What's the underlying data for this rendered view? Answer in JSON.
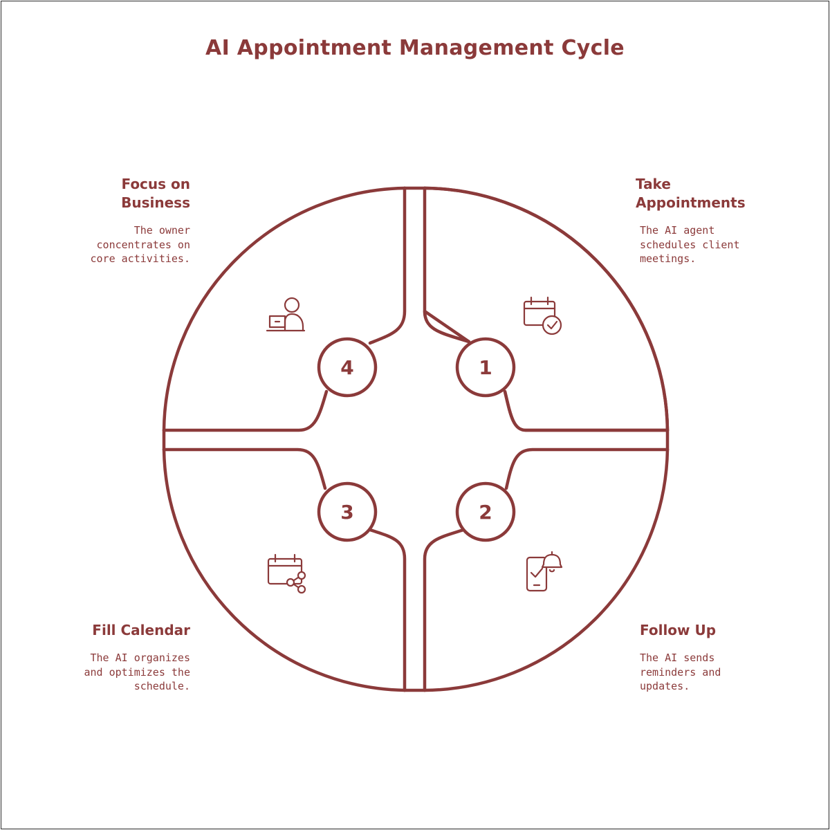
{
  "title": "AI Appointment Management Cycle",
  "colors": {
    "accent": "#8b3a3a",
    "background": "#ffffff",
    "frame": "#2b2b2b"
  },
  "steps": [
    {
      "number": "1",
      "title_line1": "Take",
      "title_line2": "Appointments",
      "desc_line1": "The AI agent",
      "desc_line2": "schedules client",
      "desc_line3": "meetings.",
      "icon": "calendar-check-icon"
    },
    {
      "number": "2",
      "title_line1": "Follow Up",
      "title_line2": "",
      "desc_line1": "The AI sends",
      "desc_line2": "reminders and",
      "desc_line3": "updates.",
      "icon": "phone-bell-icon"
    },
    {
      "number": "3",
      "title_line1": "Fill Calendar",
      "title_line2": "",
      "desc_line1": "The AI organizes",
      "desc_line2": "and optimizes the",
      "desc_line3": "schedule.",
      "icon": "calendar-share-icon"
    },
    {
      "number": "4",
      "title_line1": "Focus on",
      "title_line2": "Business",
      "desc_line1": "The owner",
      "desc_line2": "concentrates on",
      "desc_line3": "core activities.",
      "icon": "person-laptop-icon"
    }
  ]
}
